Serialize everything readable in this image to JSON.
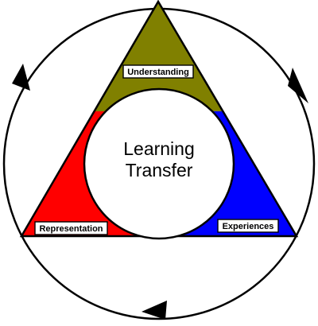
{
  "center": {
    "line1": "Learning",
    "line2": "Transfer"
  },
  "nodes": {
    "top": {
      "label": "Understanding",
      "color": "#808000"
    },
    "left": {
      "label": "Representation",
      "color": "#ff0000"
    },
    "right": {
      "label": "Experiences",
      "color": "#0000ff"
    }
  },
  "cycle": {
    "direction": "clockwise",
    "arrow_count": 3
  }
}
